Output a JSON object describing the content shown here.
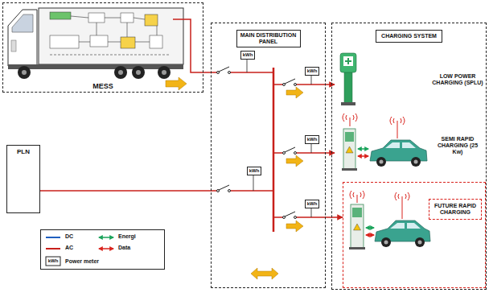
{
  "diagram": {
    "nodes": [
      {
        "text": [
          "MESS"
        ]
      },
      {
        "text": [
          "PLN"
        ]
      },
      {
        "text": [
          "MAIN DISTRIBUTION PANEL"
        ]
      },
      {
        "text": [
          "kWh"
        ],
        "in": 2
      },
      {
        "text": [
          "kWh"
        ],
        "in": 2
      },
      {
        "text": [
          "kWh"
        ],
        "in": 2
      },
      {
        "text": [
          "kWh"
        ],
        "in": 2
      },
      {
        "text": [
          "kWh"
        ],
        "in": 2
      },
      {
        "text": [
          "CHARGING SYSTEM"
        ]
      },
      {
        "text": [
          "LOW POWER CHARGING (SPLU)"
        ],
        "in": 8
      },
      {
        "text": [
          "SEMI RAPID CHARGING (25 Kw)"
        ],
        "in": 8
      },
      {
        "text": [
          "FUTURE RAPID CHARGING"
        ],
        "in": 8
      }
    ],
    "edges": [
      {
        "from": 0,
        "to": 2,
        "arrow": "none"
      },
      {
        "from": 1,
        "to": 2,
        "arrow": "none"
      },
      {
        "from": 2,
        "to": 9,
        "arrow": "to"
      },
      {
        "from": 2,
        "to": 10,
        "arrow": "to"
      },
      {
        "from": 2,
        "to": 11,
        "arrow": "to"
      }
    ],
    "labels": [
      "kWh"
    ],
    "legend": [
      {
        "text": "DC"
      },
      {
        "text": "AC"
      },
      {
        "text": "Energi"
      },
      {
        "text": "Data"
      },
      {
        "text": "Power meter"
      }
    ]
  }
}
